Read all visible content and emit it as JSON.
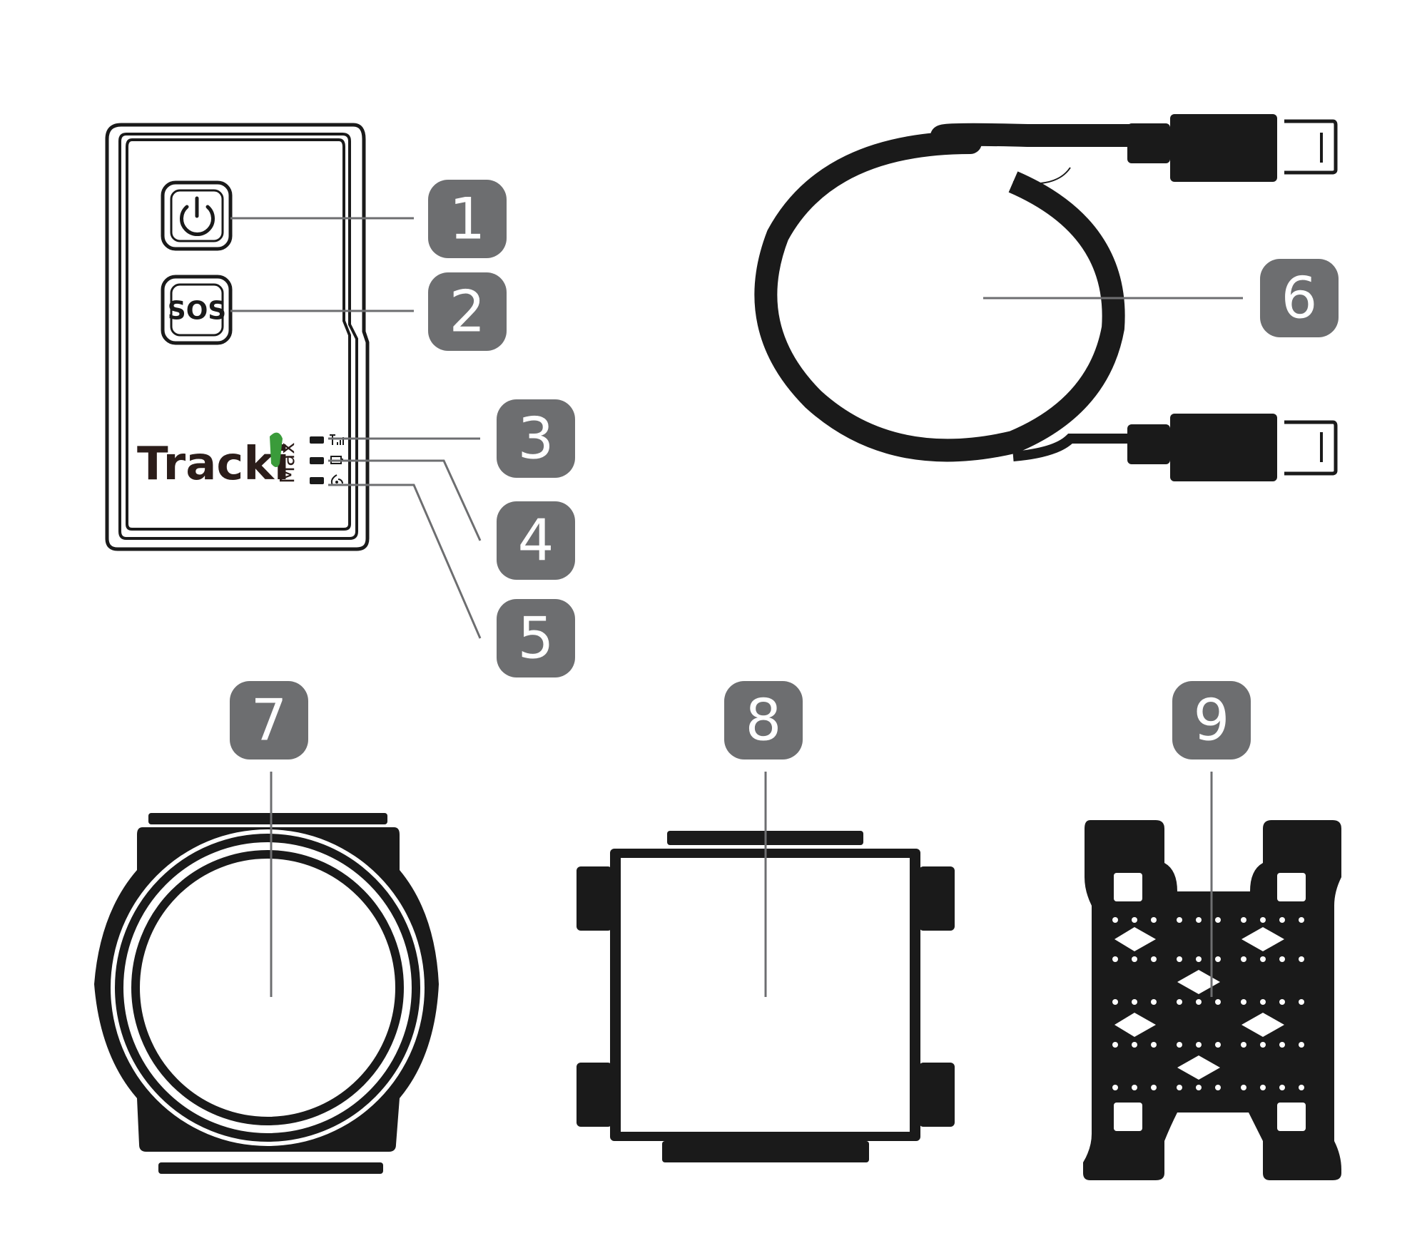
{
  "device": {
    "sos_label": "SOS",
    "brand": "Tracki",
    "brand_model": "Max"
  },
  "callouts": [
    {
      "number": "1"
    },
    {
      "number": "2"
    },
    {
      "number": "3"
    },
    {
      "number": "4"
    },
    {
      "number": "5"
    },
    {
      "number": "6"
    },
    {
      "number": "7"
    },
    {
      "number": "8"
    },
    {
      "number": "9"
    }
  ],
  "colors": {
    "callout_fill": "#6d6e70",
    "line_art": "#1a1a1a",
    "leader_line": "#6d6e70",
    "brand_accent": "#3a9b3a"
  }
}
